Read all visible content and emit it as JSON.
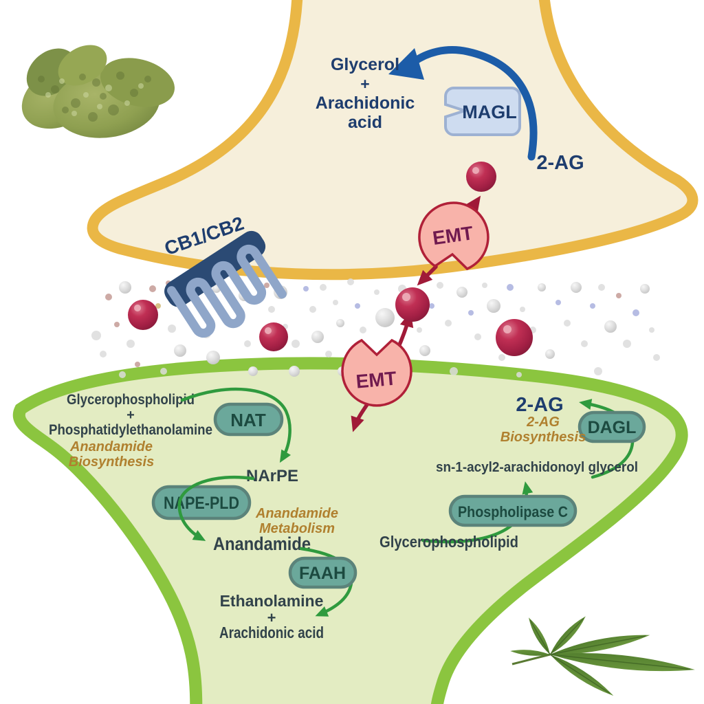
{
  "presynaptic": {
    "degradation_products": {
      "line1": "Glycerol",
      "plus": "+",
      "line2": "Arachidonic",
      "line3": "acid"
    },
    "enzyme_magl": "MAGL",
    "molecule_2ag": "2-AG"
  },
  "synaptic_cleft": {
    "receptor_label": "CB1/CB2",
    "transporter_top": "EMT",
    "transporter_bottom": "EMT"
  },
  "postsynaptic": {
    "anandamide_pathway": {
      "substrate_line1": "Glycerophospholipid",
      "substrate_plus": "+",
      "substrate_line2": "Phosphatidylethanolamine",
      "biosynthesis_label_line1": "Anandamide",
      "biosynthesis_label_line2": "Biosynthesis",
      "enzyme_nat": "NAT",
      "intermediate_narpe": "NArPE",
      "enzyme_napepld": "NAPE-PLD",
      "metabolism_label_line1": "Anandamide",
      "metabolism_label_line2": "Metabolism",
      "product_anandamide": "Anandamide",
      "enzyme_faah": "FAAH",
      "products_line1": "Ethanolamine",
      "products_plus": "+",
      "products_line2": "Arachidonic acid"
    },
    "twoag_pathway": {
      "product_2ag": "2-AG",
      "biosynthesis_label_line1": "2-AG",
      "biosynthesis_label_line2": "Biosynthesis",
      "enzyme_dagl": "DAGL",
      "intermediate": "sn-1-acyl2-arachidonoyl glycerol",
      "enzyme_plc": "Phospholipase C",
      "substrate": "Glycerophospholipid"
    }
  },
  "colors": {
    "presynaptic_fill": "#f6efdb",
    "presynaptic_membrane": "#eab746",
    "postsynaptic_fill": "#e3ecc2",
    "postsynaptic_membrane": "#8bc53f",
    "navy_text": "#1e3d6e",
    "dark_text": "#31424a",
    "pathway_label_brown": "#b0802f",
    "enzyme_pill_fill": "#6ba89b",
    "enzyme_pill_text": "#1c4a40",
    "emt_fill": "#f8b3aa",
    "emt_text": "#701a4f",
    "red_arrow": "#a01a38",
    "green_arrow": "#2f9a3e",
    "blue_arrow": "#1c5ca8",
    "magl_fill": "#cedcf0",
    "endocannabinoid_sphere": "#b3234a",
    "receptor_cap": "#2b4a74",
    "receptor_coil": "#8fa6c9"
  }
}
